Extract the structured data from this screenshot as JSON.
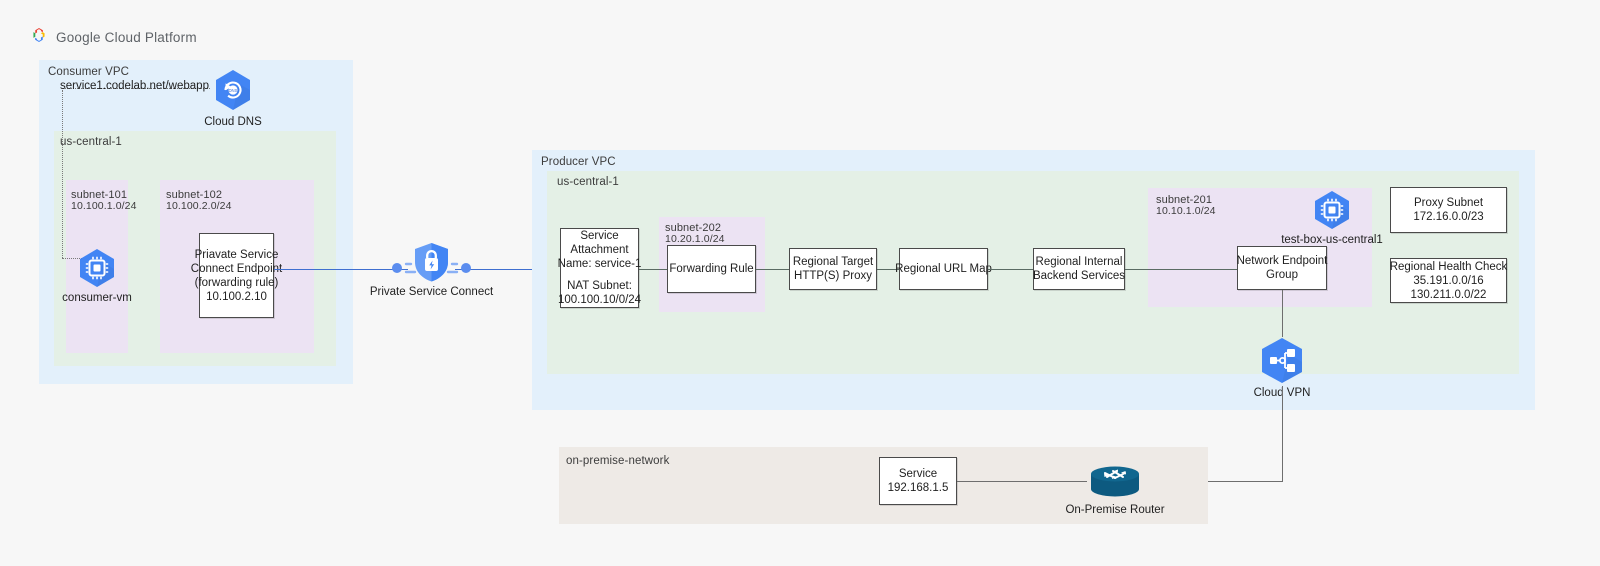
{
  "header": {
    "logo_icon": "google-cloud-platform-logo",
    "title": "Google Cloud Platform"
  },
  "consumer_vpc": {
    "label": "Consumer VPC",
    "region_label": "us-central-1",
    "dns_record": "service1.codelab.net/webapp",
    "cloud_dns": {
      "icon": "cloud-dns-icon",
      "label_line1": "Cloud",
      "label_line2": "DNS"
    },
    "subnet_101": {
      "name": "subnet-101",
      "cidr": "10.100.1.0/24",
      "vm": {
        "icon": "compute-engine-vm-icon",
        "label": "consumer-vm"
      }
    },
    "subnet_102": {
      "name": "subnet-102",
      "cidr": "10.100.2.0/24",
      "endpoint_box": {
        "line1": "Priavate Service",
        "line2": "Connect Endpoint",
        "line3": "(forwarding rule)",
        "line4": "10.100.2.10"
      }
    }
  },
  "psc": {
    "icon": "private-service-connect-shield-lock-icon",
    "label": "Private Service Connect"
  },
  "producer_vpc": {
    "label": "Producer VPC",
    "region_label": "us-central-1",
    "service_attachment": {
      "line1": "Service",
      "line2": "Attachment",
      "line3": "Name: service-1",
      "line4": "NAT Subnet:",
      "line5": "100.100.10/0/24"
    },
    "subnet_202": {
      "name": "subnet-202",
      "cidr": "10.20.1.0/24",
      "forwarding_rule": "Forwarding Rule"
    },
    "target_proxy": {
      "line1": "Regional Target",
      "line2": "HTTP(S) Proxy"
    },
    "url_map": {
      "line1": "Regional URL Map"
    },
    "backend_services": {
      "line1": "Regional Internal",
      "line2": "Backend Services"
    },
    "subnet_201": {
      "name": "subnet-201",
      "cidr": "10.10.1.0/24",
      "test_box": {
        "icon": "compute-engine-vm-icon",
        "label": "test-box-us-central1"
      },
      "neg": {
        "line1": "Network Endpoint",
        "line2": "Group"
      }
    },
    "proxy_subnet": {
      "line1": "Proxy Subnet",
      "line2": "172.16.0.0/23"
    },
    "health_check": {
      "line1": "Regional Health Check",
      "line2": "35.191.0.0/16",
      "line3": "130.211.0.0/22"
    },
    "cloud_vpn": {
      "icon": "cloud-vpn-icon",
      "label": "Cloud VPN"
    }
  },
  "on_premise": {
    "label": "on-premise-network",
    "service": {
      "line1": "Service",
      "line2": "192.168.1.5"
    },
    "router": {
      "icon": "router-icon",
      "label": "On-Premise Router"
    }
  },
  "colors": {
    "vpc_blue": "#e3f0fb",
    "region_green": "#e4f0e6",
    "subnet_purple": "#ece3f3",
    "onprem_beige": "#eeeae6",
    "google_blue": "#4285f4",
    "link_blue": "#3f6fd0",
    "router_teal": "#11618c",
    "page_bg": "#f7f7f7"
  }
}
